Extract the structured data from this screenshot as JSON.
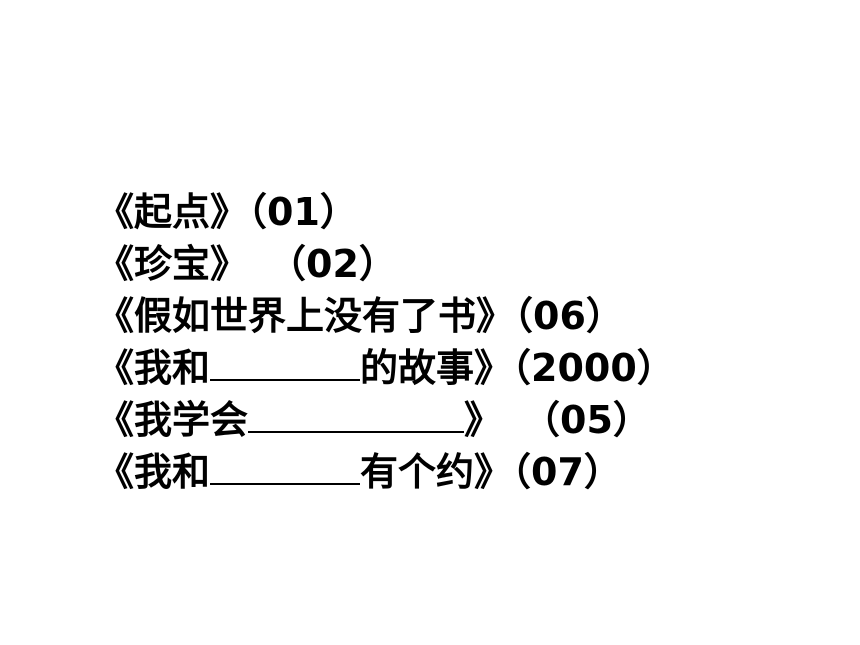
{
  "titles": [
    {
      "main": "《起点》",
      "code": "（01）"
    },
    {
      "main": "《珍宝》",
      "code": "（02）"
    },
    {
      "main": "《假如世界上没有了书》",
      "code": "（06）"
    },
    {
      "pre": "《我和",
      "post": "的故事》",
      "code": "（2000）"
    },
    {
      "pre": "《我学会",
      "post": "》",
      "code": "（05）"
    },
    {
      "pre": "《我和",
      "post": "有个约》",
      "code": "（07）"
    }
  ]
}
